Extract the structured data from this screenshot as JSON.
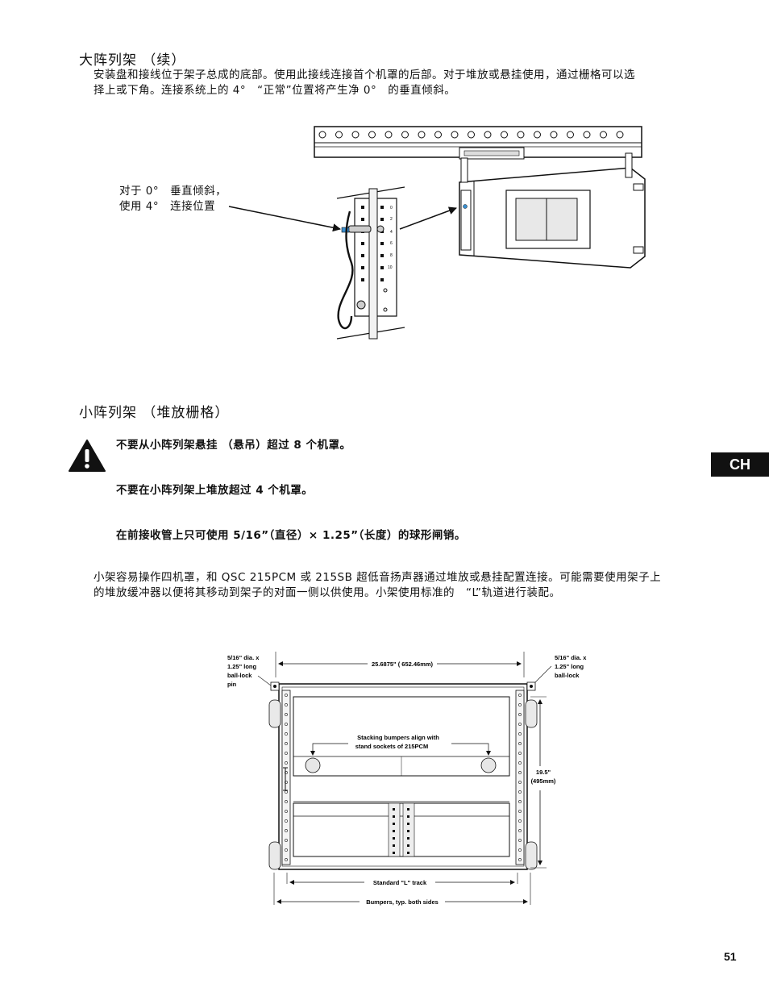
{
  "section1": {
    "heading": "大阵列架 （续）",
    "paragraph_line1": "安装盘和接线位于架子总成的底部。使用此接线连接首个机罩的后部。对于堆放或悬挂使用，通过栅格可以选",
    "paragraph_line2": "择上或下角。连接系统上的 4°　“正常”位置将产生净 0°　的垂直倾斜。",
    "callout_line1": "对于 0°　垂直倾斜，",
    "callout_line2": "使用 4°　连接位置",
    "plate_labels": [
      "0",
      "2",
      "4",
      "6",
      "8",
      "10"
    ]
  },
  "section2": {
    "heading": "小阵列架 （堆放栅格）",
    "warning1": "不要从小阵列架悬挂 （悬吊）超过 8 个机罩。",
    "warning2": "不要在小阵列架上堆放超过 4 个机罩。",
    "warning3": "在前接收管上只可使用 5/16”（直径）× 1.25”（长度）的球形闸销。",
    "paragraph_line1": "小架容易操作四机罩，和 QSC 215PCM 或 215SB 超低音扬声器通过堆放或悬挂配置连接。可能需要使用架子上",
    "paragraph_line2": "的堆放缓冲器以便将其移动到架子的对面一侧以供使用。小架使用标准的　“L”轨道进行装配。"
  },
  "diagram2": {
    "pin_left_line1": "5/16\" dia. x",
    "pin_left_line2": "1.25\" long",
    "pin_left_line3": "ball-lock",
    "pin_left_line4": "pin",
    "pin_right_line1": "5/16\" dia. x",
    "pin_right_line2": "1.25\" long",
    "pin_right_line3": "ball-lock",
    "width_dim": "25.6875\" ( 652.46mm)",
    "height_dim_line1": "19.5\"",
    "height_dim_line2": "(495mm)",
    "bumpers_note_line1": "Stacking bumpers align with",
    "bumpers_note_line2": "stand sockets of 215PCM",
    "l_track": "Standard \"L\" track",
    "bumpers_sides": "Bumpers, typ. both sides"
  },
  "tab_label": "CH",
  "page_number": "51"
}
